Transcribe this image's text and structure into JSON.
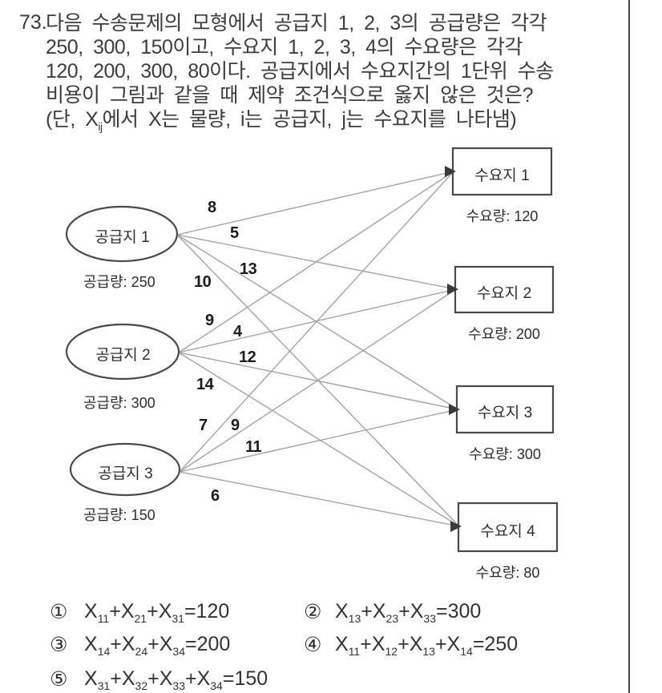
{
  "question": {
    "number": "73.",
    "lines": [
      "다음 수송문제의 모형에서 공급지 1, 2, 3의 공급량은 각각",
      "250, 300, 150이고, 수요지 1, 2, 3, 4의 수요량은 각각",
      "120, 200, 300, 80이다. 공급지에서 수요지간의 1단위 수송",
      "비용이 그림과 같을 때 제약 조건식으로 옳지 않은 것은?",
      "(단, X_ij에서 X는 물량, i는 공급지, j는 수요지를 나타냄)"
    ]
  },
  "diagram": {
    "supplies": [
      {
        "name": "공급지 1",
        "amount": "공급량: 250",
        "amount_value": 250
      },
      {
        "name": "공급지 2",
        "amount": "공급량: 300",
        "amount_value": 300
      },
      {
        "name": "공급지 3",
        "amount": "공급량: 150",
        "amount_value": 150
      }
    ],
    "demands": [
      {
        "name": "수요지 1",
        "amount": "수요량: 120",
        "amount_value": 120
      },
      {
        "name": "수요지 2",
        "amount": "수요량: 200",
        "amount_value": 200
      },
      {
        "name": "수요지 3",
        "amount": "수요량: 300",
        "amount_value": 300
      },
      {
        "name": "수요지 4",
        "amount": "수요량: 80",
        "amount_value": 80
      }
    ],
    "costs": {
      "s1d1": 8,
      "s1d2": 5,
      "s1d3": 13,
      "s1d4": 10,
      "s2d1": 9,
      "s2d2": 4,
      "s2d3": 12,
      "s2d4": 14,
      "s3d1": 7,
      "s3d2": 9,
      "s3d3": 11,
      "s3d4": 6
    }
  },
  "choices": [
    {
      "num": "①",
      "formula": "X_11+X_21+X_31=120"
    },
    {
      "num": "②",
      "formula": "X_13+X_23+X_33=300"
    },
    {
      "num": "③",
      "formula": "X_14+X_24+X_34=200"
    },
    {
      "num": "④",
      "formula": "X_11+X_12+X_13+X_14=250"
    },
    {
      "num": "⑤",
      "formula": "X_31+X_32+X_33+X_34=150"
    }
  ],
  "colors": {
    "ink": "#3d3d3d",
    "edge_line": "#a3a3a3",
    "node_border": "#4a4a4a",
    "page_border": "#4a4a4a"
  }
}
